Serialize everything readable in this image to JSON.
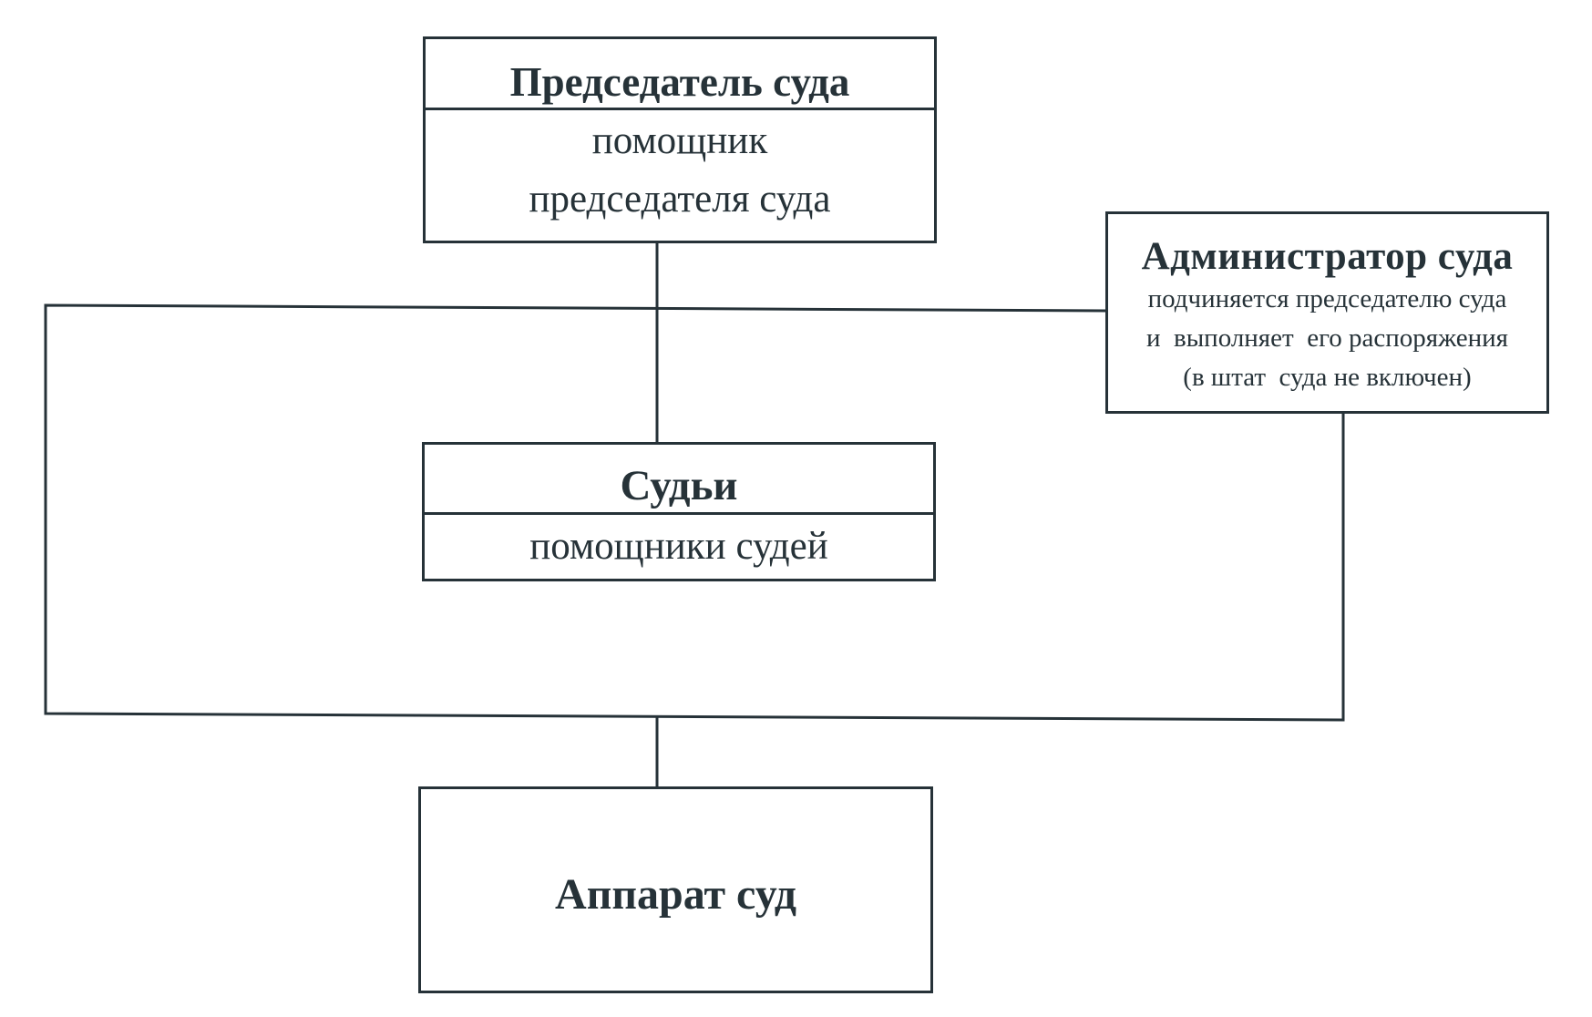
{
  "diagram": {
    "type": "org-chart",
    "nodes": {
      "chairman": {
        "title": "Председатель суда",
        "subtitle_lines": [
          "помощник",
          "председателя суда"
        ]
      },
      "administrator": {
        "title": "Администратор суда",
        "note_lines": [
          "подчиняется председателю суда",
          "и  выполняет  его распоряжения",
          "(в штат  суда не включен)"
        ]
      },
      "judges": {
        "title": "Судьи",
        "subtitle": "помощники судей"
      },
      "apparatus": {
        "title": "Аппарат суд"
      }
    },
    "edges": [
      {
        "from": "chairman",
        "to": "judges"
      },
      {
        "from": "chairman",
        "to": "administrator"
      },
      {
        "from": "administrator",
        "to": "apparatus"
      },
      {
        "from": "chairman",
        "to": "apparatus",
        "via": "left-bracket"
      }
    ],
    "line_color": "#263238",
    "background": "#ffffff"
  }
}
